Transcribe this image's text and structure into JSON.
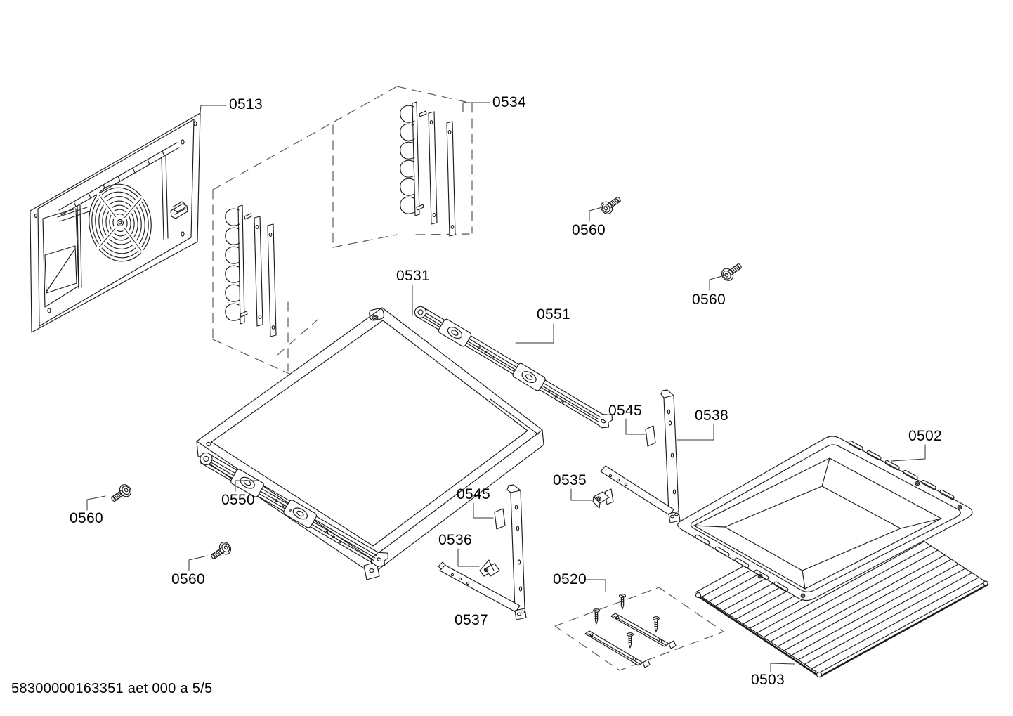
{
  "diagram": {
    "footer_code": "58300000163351 aet 000 a 5/5",
    "callouts": {
      "c0513": "0513",
      "c0534": "0534",
      "c0531": "0531",
      "c0551": "0551",
      "c0550": "0550",
      "c0560_top": "0560",
      "c0560_right": "0560",
      "c0560_left_upper": "0560",
      "c0560_left_lower": "0560",
      "c0545_right": "0545",
      "c0538": "0538",
      "c0535": "0535",
      "c0545_center": "0545",
      "c0536": "0536",
      "c0537": "0537",
      "c0520": "0520",
      "c0502": "0502",
      "c0503": "0503"
    }
  }
}
